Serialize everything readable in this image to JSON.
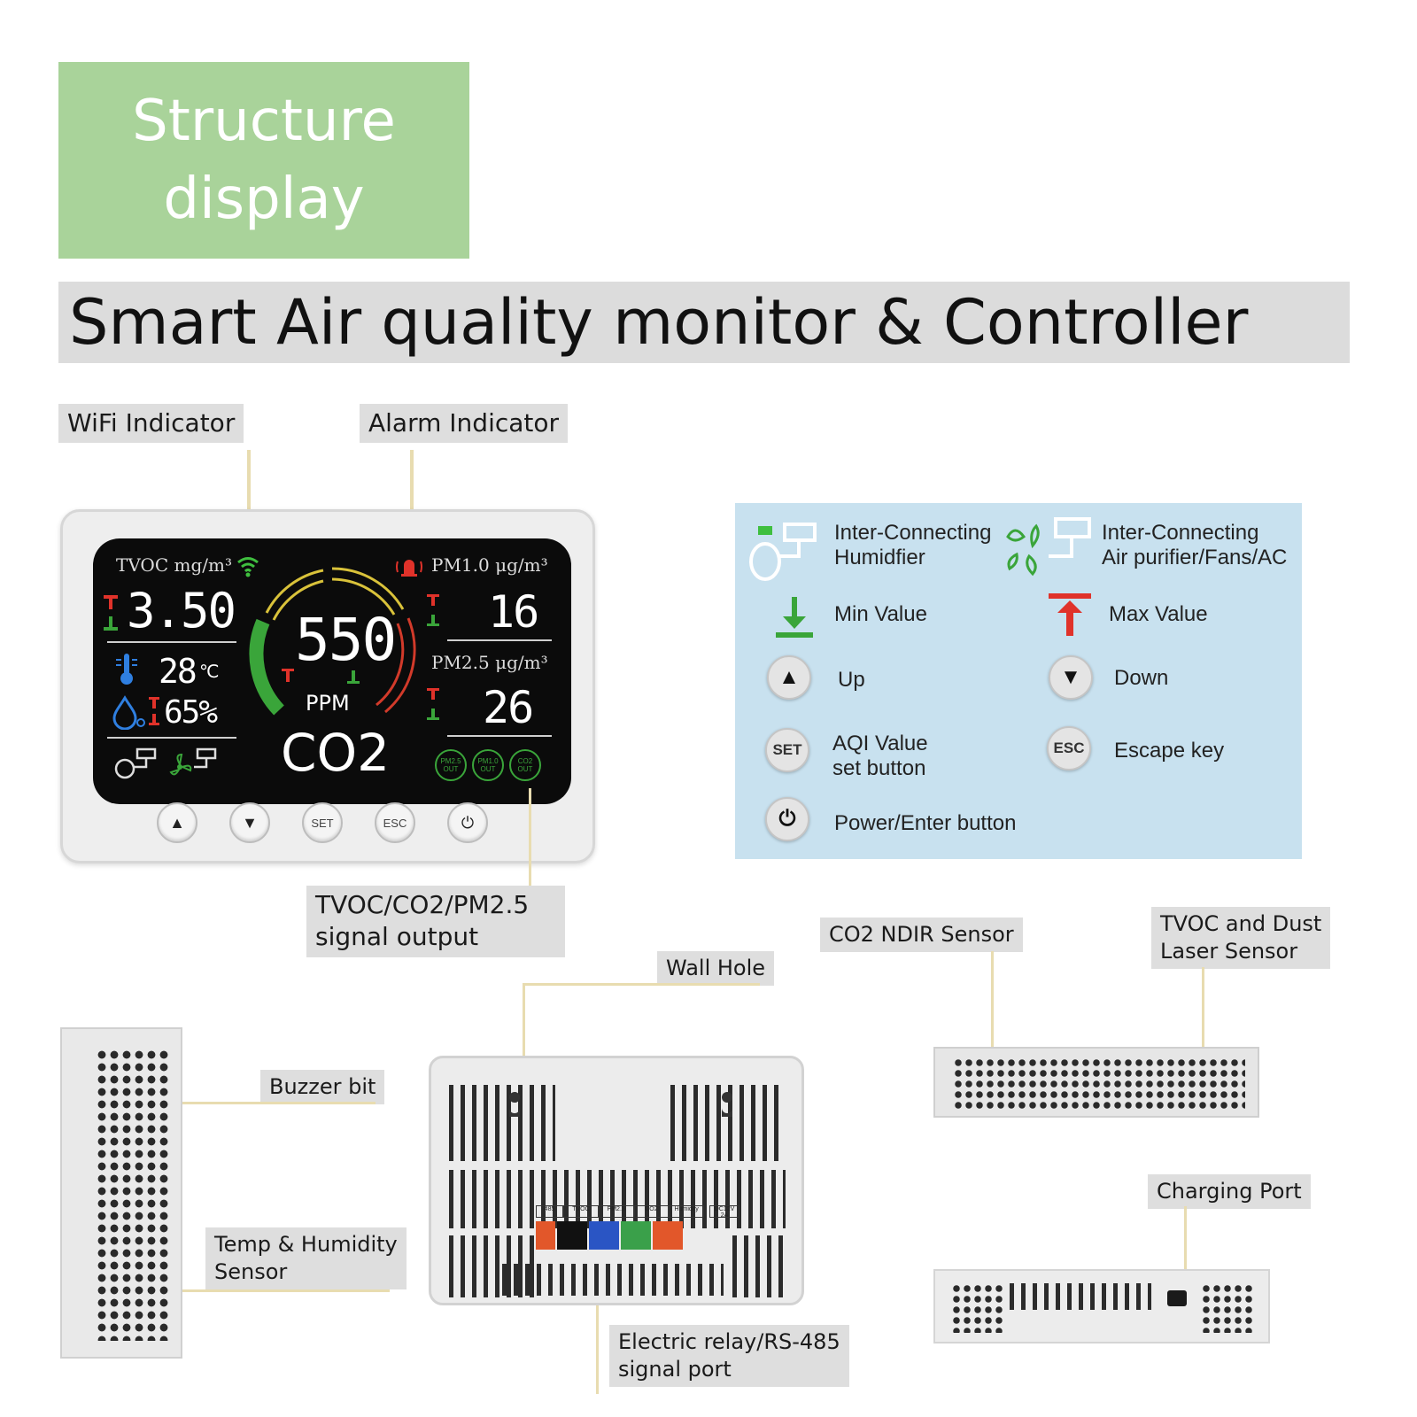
{
  "header": {
    "banner": "Structure\ndisplay",
    "title": "Smart Air quality monitor & Controller"
  },
  "callouts": {
    "wifi": "WiFi Indicator",
    "alarm": "Alarm Indicator",
    "signal_output": "TVOC/CO2/PM2.5\nsignal output",
    "wall_hole": "Wall Hole",
    "co2_sensor": "CO2 NDIR Sensor",
    "tvoc_dust": "TVOC and Dust\nLaser Sensor",
    "buzzer": "Buzzer bit",
    "temp_humidity": "Temp & Humidity\nSensor",
    "relay_port": "Electric relay/RS-485\nsignal port",
    "charging": "Charging Port"
  },
  "screen": {
    "tvoc_label": "TVOC mg/m³",
    "tvoc_value": "3.50",
    "temp_value": "28",
    "temp_unit": "℃",
    "humidity_value": "65%",
    "co2_value": "550",
    "co2_unit": "PPM",
    "co2_label": "CO2",
    "pm10_label": "PM1.0  μg/m³",
    "pm10_value": "16",
    "pm25_label": "PM2.5  μg/m³",
    "pm25_value": "26",
    "output_badges": [
      "PM2.5 OUT",
      "PM1.0 OUT",
      "CO2 OUT"
    ]
  },
  "device_buttons": {
    "up": "▲",
    "down": "▼",
    "set": "SET",
    "esc": "ESC",
    "power": "⏻"
  },
  "legend": {
    "humidifier": "Inter-Connecting\nHumidfier",
    "purifier": "Inter-Connecting\nAir purifier/Fans/AC",
    "min": "Min Value",
    "max": "Max Value",
    "up": "Up",
    "down": "Down",
    "aqi": "AQI Value\nset button",
    "escape": "Escape key",
    "power": "Power/Enter button",
    "set_btn": "SET",
    "esc_btn": "ESC",
    "up_glyph": "▲",
    "down_glyph": "▼",
    "power_glyph": "⏻"
  },
  "back_panel": {
    "terminal_labels": [
      "485",
      "TVOC",
      "PM2.5",
      "CO2",
      "Humidity",
      "DC12V 2A"
    ]
  },
  "colors": {
    "banner": "#a9d39a",
    "title_bar": "#dcdcdc",
    "legend_bg": "#c8e1ef",
    "gauge_green": "#3aa53a",
    "gauge_yellow": "#d9c23a",
    "gauge_red": "#d23a2a",
    "wifi_green": "#3fbf3f",
    "alarm_red": "#e0322a"
  }
}
